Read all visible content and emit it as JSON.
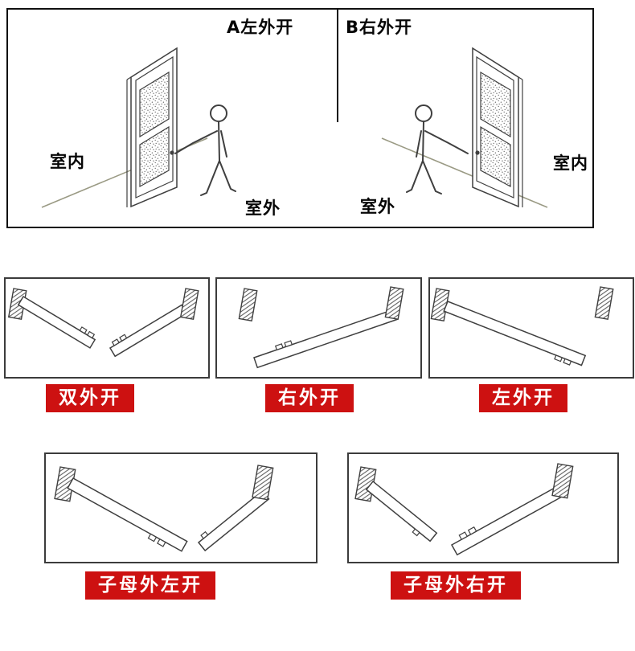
{
  "top_panel": {
    "label_a": "A左外开",
    "label_b": "B右外开",
    "left_scene": {
      "indoor_label": "室内",
      "outdoor_label": "室外"
    },
    "right_scene": {
      "indoor_label": "室内",
      "outdoor_label": "室外"
    }
  },
  "door_types": {
    "middle": [
      {
        "label": "双外开"
      },
      {
        "label": "右外开"
      },
      {
        "label": "左外开"
      }
    ],
    "bottom": [
      {
        "label": "子母外左开"
      },
      {
        "label": "子母外右开"
      }
    ]
  },
  "colors": {
    "label_background": "#cd1111",
    "label_text": "#ffffff",
    "line_color": "#3f3f3f",
    "border_color": "#101010"
  }
}
